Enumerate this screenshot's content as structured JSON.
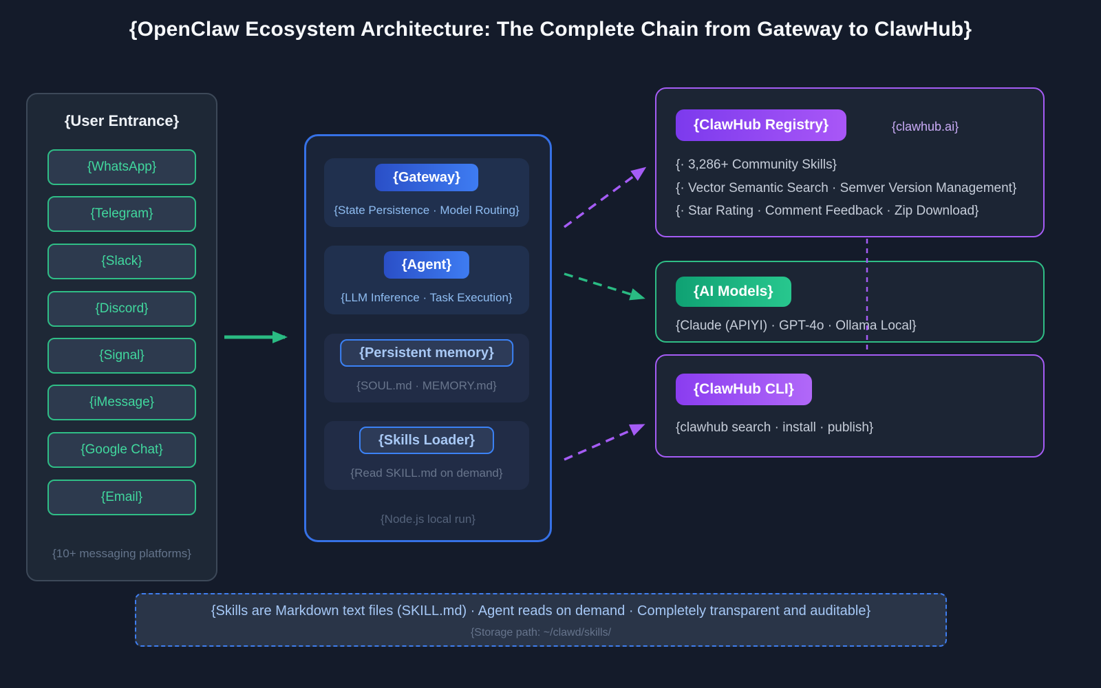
{
  "title": "{OpenClaw Ecosystem Architecture: The Complete Chain from Gateway to ClawHub}",
  "user_entrance": {
    "title": "{User Entrance}",
    "platforms": [
      "{WhatsApp}",
      "{Telegram}",
      "{Slack}",
      "{Discord}",
      "{Signal}",
      "{iMessage}",
      "{Google Chat}",
      "{Email}"
    ],
    "footer": "{10+ messaging platforms}"
  },
  "core": {
    "modules": [
      {
        "label": "{Gateway}",
        "subtitle": "{State Persistence · Model Routing}"
      },
      {
        "label": "{Agent}",
        "subtitle": "{LLM Inference · Task Execution}"
      },
      {
        "label": "{Persistent memory}",
        "subtitle": "{SOUL.md · MEMORY.md}"
      },
      {
        "label": "{Skills Loader}",
        "subtitle": "{Read SKILL.md on demand}"
      }
    ],
    "footer": "{Node.js local run}"
  },
  "registry": {
    "label": "{ClawHub Registry}",
    "domain": "{clawhub.ai}",
    "bullets": [
      "{· 3,286+ Community Skills}",
      "{· Vector Semantic Search · Semver Version Management}",
      "{· Star Rating · Comment Feedback · Zip Download}"
    ]
  },
  "ai_models": {
    "label": "{AI Models}",
    "detail": "{Claude (APIYI) · GPT-4o · Ollama Local}"
  },
  "cli": {
    "label": "{ClawHub CLI}",
    "detail": "{clawhub search · install · publish}"
  },
  "note": {
    "main": "{Skills are Markdown text files (SKILL.md) · Agent reads on demand · Completely transparent and auditable}",
    "sub": "{Storage path: ~/clawd/skills/"
  },
  "colors": {
    "background": "#141b2a",
    "green_accent": "#2fbe86",
    "blue_accent": "#3671e6",
    "purple_accent": "#a55cf5",
    "light_blue_text": "#8fbdf2",
    "muted_text": "#64748b"
  }
}
